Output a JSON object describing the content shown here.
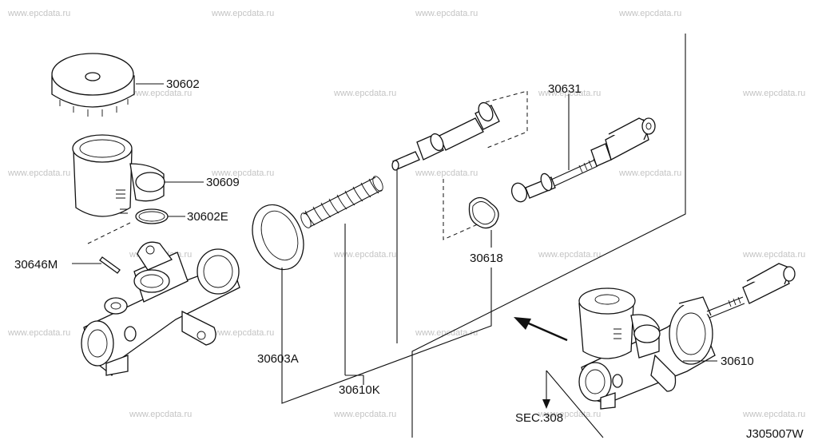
{
  "watermark": "www.epcdata.ru",
  "diagram_code": "J305007W",
  "labels": {
    "p30602": "30602",
    "p30609": "30609",
    "p30602E": "30602E",
    "p30646M": "30646M",
    "p30603A": "30603A",
    "p30610K": "30610K",
    "p30618": "30618",
    "p30631": "30631",
    "p30610": "30610",
    "sec308": "SEC.308"
  }
}
